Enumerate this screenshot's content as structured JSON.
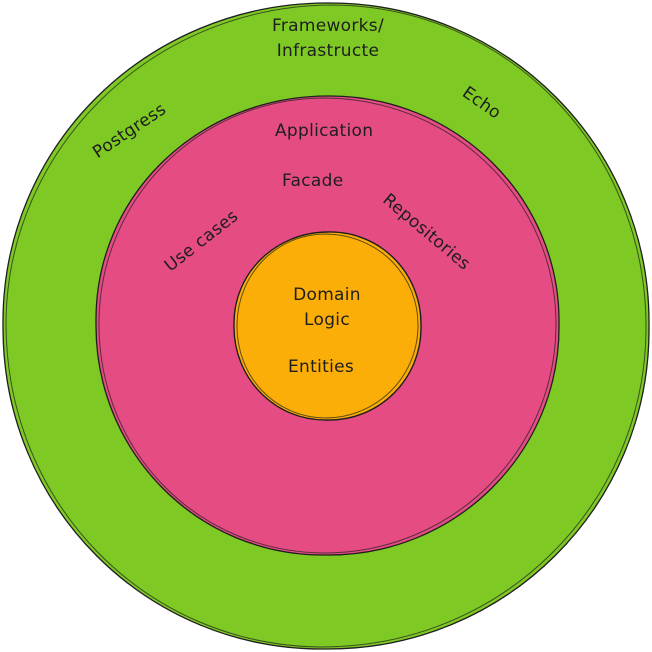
{
  "colors": {
    "outer_ring": "#7ec924",
    "middle_ring": "#e64c84",
    "core": "#fbae07",
    "stroke": "#1e1e1e",
    "text": "#1e1e1e"
  },
  "layers": {
    "outer": {
      "title_line1": "Frameworks/",
      "title_line2": "Infrastructe",
      "items": [
        "Postgress",
        "Echo"
      ]
    },
    "middle": {
      "title": "Application",
      "items": [
        "Facade",
        "Use cases",
        "Repositories"
      ]
    },
    "core": {
      "title_line1": "Domain",
      "title_line2": "Logic",
      "items": [
        "Entities"
      ]
    }
  }
}
